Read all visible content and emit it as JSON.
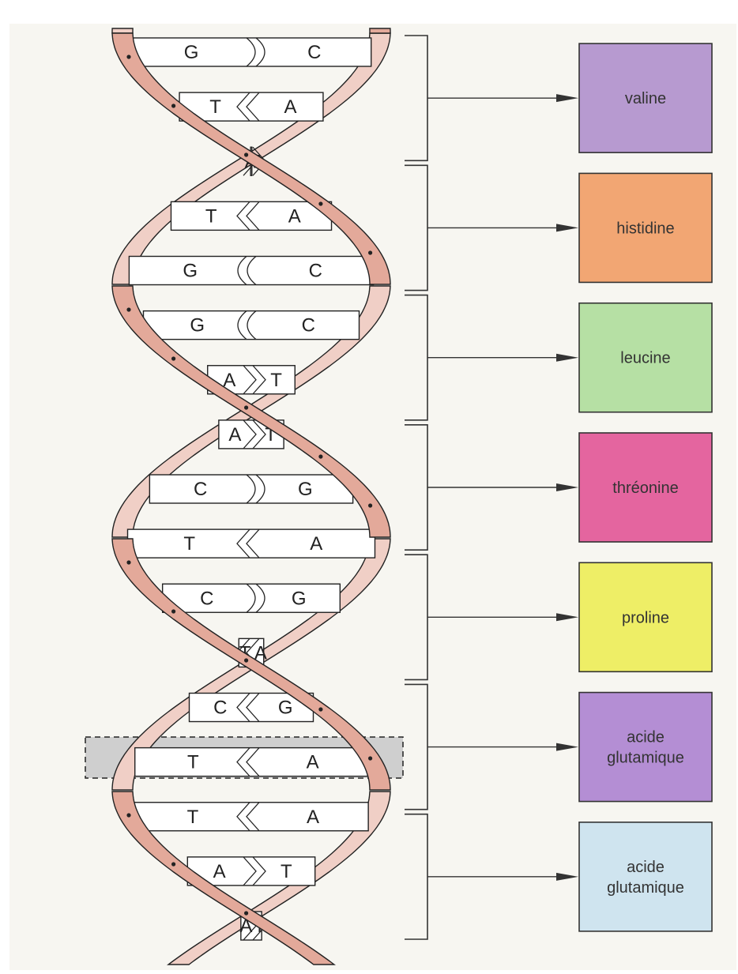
{
  "colors": {
    "paper": "#f7f6f1",
    "strand": "#e3a99a",
    "strand_back": "#f0cfc6",
    "outline": "#222222",
    "highlight": "#cfcfcf"
  },
  "base_pairs": [
    {
      "left": "G",
      "right": "C"
    },
    {
      "left": "T",
      "right": "A"
    },
    {
      "left": "A",
      "right": "T"
    },
    {
      "left": "T",
      "right": "A"
    },
    {
      "left": "G",
      "right": "C"
    },
    {
      "left": "G",
      "right": "C"
    },
    {
      "left": "A",
      "right": "T"
    },
    {
      "left": "A",
      "right": "T"
    },
    {
      "left": "C",
      "right": "G"
    },
    {
      "left": "T",
      "right": "A"
    },
    {
      "left": "C",
      "right": "G"
    },
    {
      "left": "T",
      "right": "A"
    },
    {
      "left": "C",
      "right": "G"
    },
    {
      "left": "T",
      "right": "A"
    },
    {
      "left": "T",
      "right": "A"
    },
    {
      "left": "A",
      "right": "T"
    },
    {
      "left": "A",
      "right": "T"
    }
  ],
  "codons": [
    {
      "lines": [
        "valine"
      ],
      "color": "#b79ad0"
    },
    {
      "lines": [
        "histidine"
      ],
      "color": "#f2a673"
    },
    {
      "lines": [
        "leucine"
      ],
      "color": "#b6e0a4"
    },
    {
      "lines": [
        "thréonine"
      ],
      "color": "#e4659f"
    },
    {
      "lines": [
        "proline"
      ],
      "color": "#eeee66"
    },
    {
      "lines": [
        "acide",
        "glutamique"
      ],
      "color": "#b48ed4"
    },
    {
      "lines": [
        "acide",
        "glutamique"
      ],
      "color": "#cfe4ef"
    }
  ]
}
